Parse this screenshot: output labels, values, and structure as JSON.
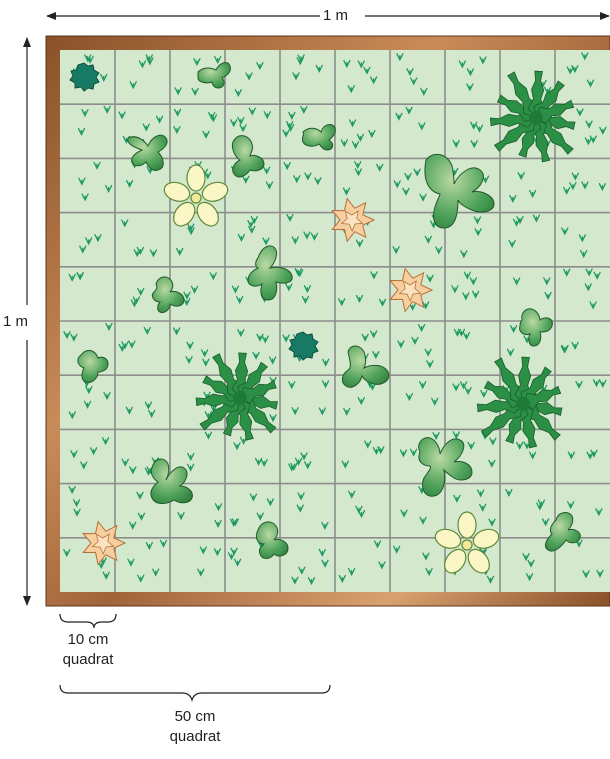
{
  "labels": {
    "top_dimension": "1 m",
    "left_dimension": "1 m",
    "small_quadrat_size": "10 cm",
    "small_quadrat_word": "quadrat",
    "large_quadrat_size": "50 cm",
    "large_quadrat_word": "quadrat"
  },
  "grid": {
    "rows": 10,
    "columns": 10
  },
  "colors": {
    "frame": "#a0643a",
    "grass_bg": "#d3e8cc",
    "grid_lines": "#8d8d8d",
    "grass_tuft": "#1f9a63",
    "broadleaf": "#3e9a4e",
    "rosette": "#2b8f45",
    "daisy": "#fbf6c6",
    "thistle": "#f7cf9f",
    "moss": "#167a64"
  }
}
